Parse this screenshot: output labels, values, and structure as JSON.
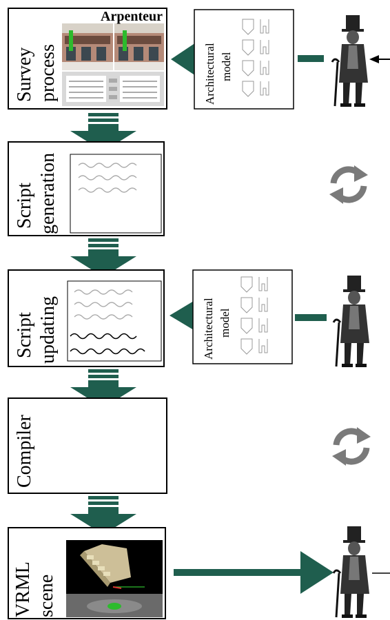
{
  "diagram": {
    "steps": [
      {
        "lines": [
          "Survey",
          "process"
        ]
      },
      {
        "lines": [
          "Script",
          "generation"
        ]
      },
      {
        "lines": [
          "Script",
          "updating"
        ]
      },
      {
        "lines": [
          "Compiler"
        ]
      },
      {
        "lines": [
          "VRML",
          "scene"
        ]
      }
    ],
    "survey_tool": "Arpenteur",
    "model_box_1": {
      "line1": "Architectural",
      "line2": "model"
    },
    "model_box_2": {
      "line1": "Architectural",
      "line2": "model"
    }
  },
  "colors": {
    "arrow": "#1f5e4e",
    "cycle": "#7a7a7a",
    "border": "#000000"
  },
  "icons": [
    "human-figure-icon",
    "cycle-icon",
    "handwritten-script-icon",
    "building-photo-icon",
    "vrml-render-icon",
    "architectural-shapes-icon"
  ]
}
